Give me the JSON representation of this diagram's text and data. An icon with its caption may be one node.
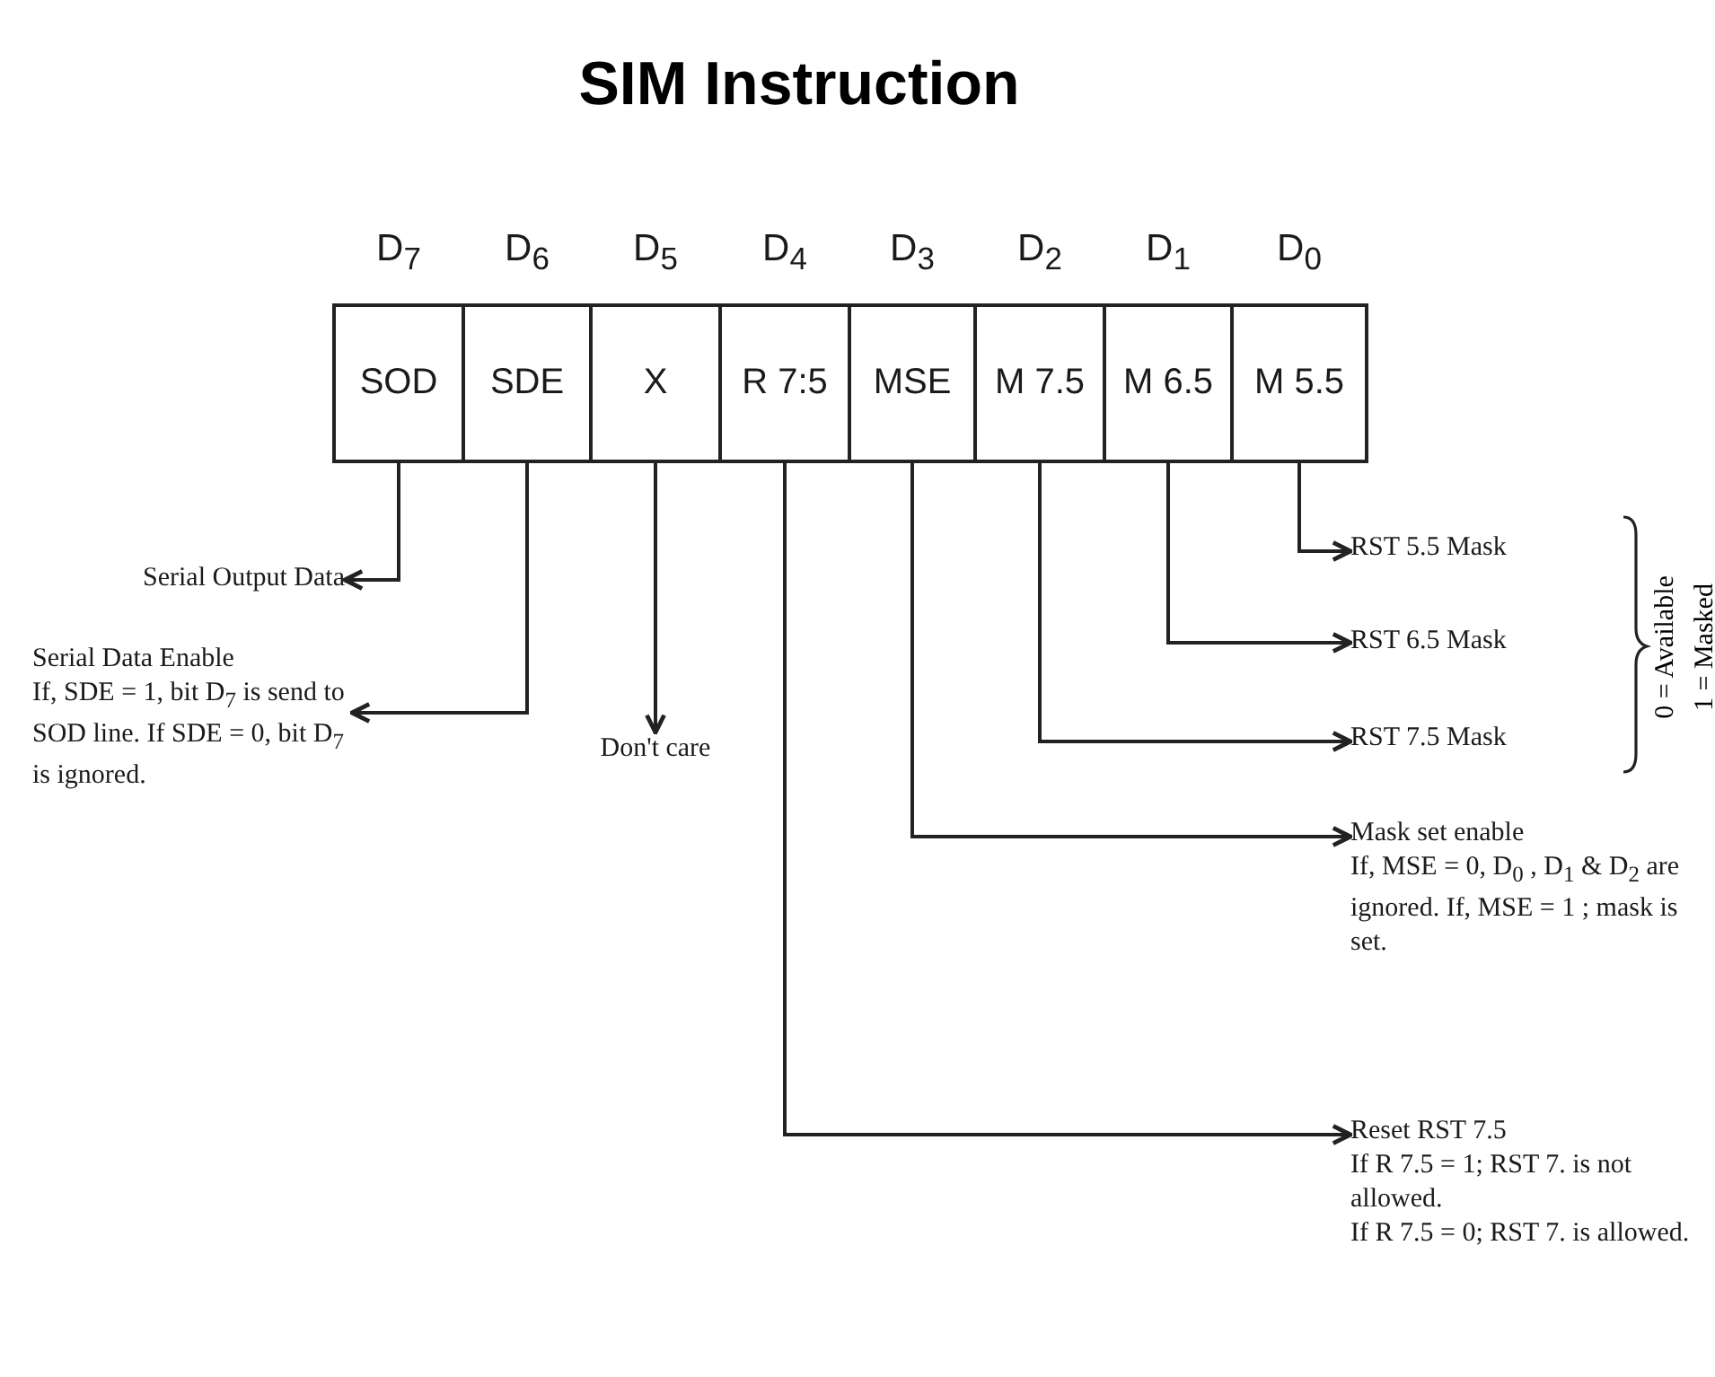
{
  "diagram": {
    "title": "SIM Instruction",
    "nodes": [
      {
        "text": [
          "SOD"
        ],
        "beside": [
          "D$_{7}$"
        ]
      },
      {
        "text": [
          "SDE"
        ],
        "beside": [
          "D$_{6}$"
        ]
      },
      {
        "text": [
          "X"
        ],
        "beside": [
          "D$_{5}$"
        ]
      },
      {
        "text": [
          "R 7:5"
        ],
        "beside": [
          "D$_{4}$"
        ]
      },
      {
        "text": [
          "MSE"
        ],
        "beside": [
          "D$_{3}$"
        ]
      },
      {
        "text": [
          "M 7.5"
        ],
        "beside": [
          "D$_{2}$"
        ]
      },
      {
        "text": [
          "M 6.5"
        ],
        "beside": [
          "D$_{1}$"
        ]
      },
      {
        "text": [
          "M 5.5"
        ],
        "beside": [
          "D$_{0}$"
        ]
      },
      {
        "text": [
          "Serial Output Data"
        ]
      },
      {
        "text": [
          "Serial Data Enable",
          "If, SDE = 1, bit D$_{7}$ is send to SOD line. If SDE = 0, bit D$_{7}$ is ignored."
        ]
      },
      {
        "text": [
          "Don't care"
        ]
      },
      {
        "text": [
          "RST 5.5 Mask"
        ]
      },
      {
        "text": [
          "RST 6.5 Mask"
        ]
      },
      {
        "text": [
          "RST 7.5 Mask"
        ]
      },
      {
        "text": [
          "Mask set enable",
          "If, MSE = 0, D$_{0}$ , D$_{1}$ & D$_{2}$ are ignored. If, MSE = 1 ; mask is set."
        ]
      },
      {
        "text": [
          "Reset RST 7.5",
          "If R 7.5 = 1; RST 7. is not allowed.",
          "If R 7.5 = 0; RST 7. is allowed."
        ]
      }
    ],
    "edges": [
      {
        "from": 0,
        "to": 8,
        "arrow": "to"
      },
      {
        "from": 1,
        "to": 9,
        "arrow": "to"
      },
      {
        "from": 2,
        "to": 10,
        "arrow": "to"
      },
      {
        "from": 7,
        "to": 11,
        "arrow": "to"
      },
      {
        "from": 6,
        "to": 12,
        "arrow": "to"
      },
      {
        "from": 5,
        "to": 13,
        "arrow": "to"
      },
      {
        "from": 4,
        "to": 14,
        "arrow": "to"
      },
      {
        "from": 3,
        "to": 15,
        "arrow": "to"
      }
    ],
    "labels": [
      "0 = Available",
      "1 = Masked"
    ]
  }
}
